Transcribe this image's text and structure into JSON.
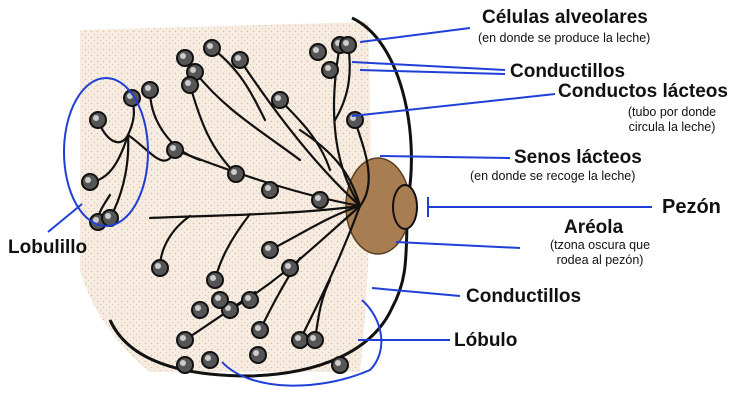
{
  "colors": {
    "line": "#1f3fd6",
    "outline": "#111111",
    "tissue": "#f7ece1",
    "areola": "#a87d52",
    "lobule_fill": "#444444"
  },
  "labels": {
    "celulas_alveolares": {
      "title": "Células alveolares",
      "note": "(en donde se produce la leche)"
    },
    "conductillos_top": {
      "title": "Conductillos"
    },
    "conductos_lacteos": {
      "title": "Conductos lácteos",
      "note_1": "(tubo por donde",
      "note_2": "circula la leche)"
    },
    "senos_lacteos": {
      "title": "Senos lácteos",
      "note": "(en donde se recoge la leche)"
    },
    "pezon": {
      "title": "Pezón"
    },
    "areola": {
      "title": "Aréola",
      "note_1": "(tzona oscura que",
      "note_2": "rodea al pezón)"
    },
    "conductillos_bottom": {
      "title": "Conductillos"
    },
    "lobulo": {
      "title": "Lóbulo"
    },
    "lobulillo": {
      "title": "Lobulillo"
    }
  }
}
